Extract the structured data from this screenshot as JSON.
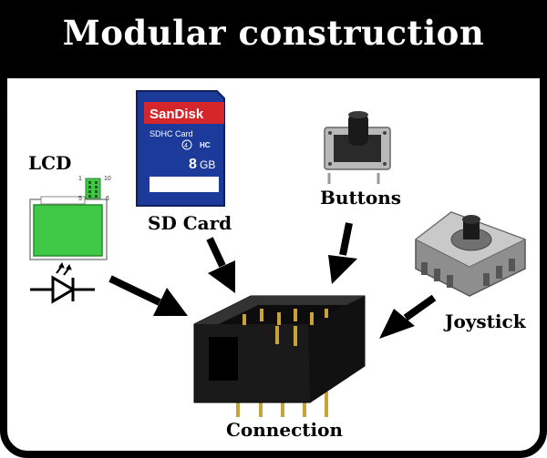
{
  "title": "Modular construction",
  "labels": {
    "lcd": "LCD",
    "sd_card": "SD Card",
    "buttons": "Buttons",
    "joystick": "Joystick",
    "connection": "Connection"
  },
  "lcd_pins": {
    "pin1": "1",
    "pin10": "10",
    "pin5": "5",
    "pin6": "6"
  },
  "sd_card": {
    "brand": "SanDisk",
    "type": "SDHC Card",
    "class": "4",
    "capacity": "8",
    "unit": "GB",
    "badge": "HC"
  },
  "colors": {
    "frame": "#000000",
    "lcd_screen": "#3ec846",
    "sd_blue": "#1b3a9a",
    "sd_red": "#d4262b",
    "metal": "#b9b9b9",
    "gold_pin": "#c9a23a"
  }
}
